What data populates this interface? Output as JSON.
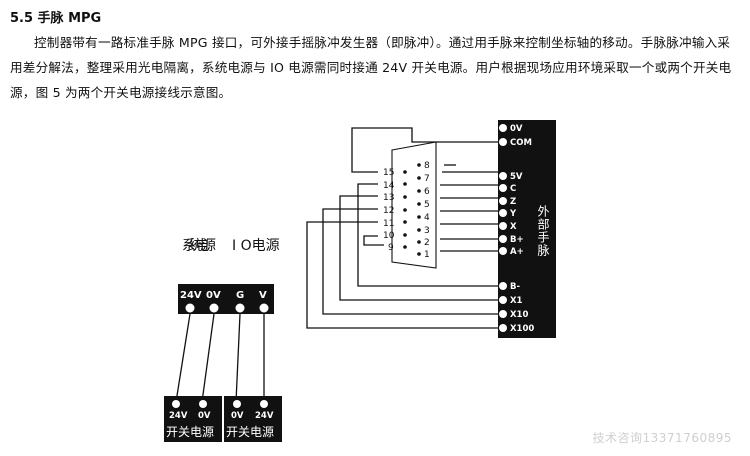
{
  "section": {
    "heading": "5.5 手脉 MPG",
    "paragraph": "控制器带有一路标准手脉 MPG 接口，可外接手摇脉冲发生器（即脉冲）。通过用手脉来控制坐标轴的移动。手脉脉冲输入采用差分解法，整理采用光电隔离，系统电源与 IO 电源需同时接通 24V 开关电源。用户根据现场应用环境采取一个或两个开关电源，图 5 为两个开关电源接线示意图。"
  },
  "diagram": {
    "db15_left_pins": [
      "15",
      "14",
      "13",
      "12",
      "11",
      "10",
      "9"
    ],
    "db15_right_pins": [
      "8",
      "7",
      "6",
      "5",
      "4",
      "3",
      "2",
      "1"
    ],
    "mpg_terminals_top": [
      "0V",
      "COM"
    ],
    "mpg_terminals_mid": [
      "5V",
      "C",
      "Z",
      "Y",
      "X",
      "B+",
      "A+"
    ],
    "mpg_terminals_bottom": [
      "B-",
      "X1",
      "X10",
      "X100"
    ],
    "mpg_label": "外部手脉",
    "power_label_system": "系统电源",
    "power_label_io": "I O电源",
    "power_terminals": [
      "24V",
      "0V",
      "G",
      "V"
    ],
    "psu1": {
      "terminals": [
        "24V",
        "0V"
      ],
      "label": "开关电源"
    },
    "psu2": {
      "terminals": [
        "0V",
        "24V"
      ],
      "label": "开关电源"
    }
  },
  "watermark": "技术咨询13371760895"
}
